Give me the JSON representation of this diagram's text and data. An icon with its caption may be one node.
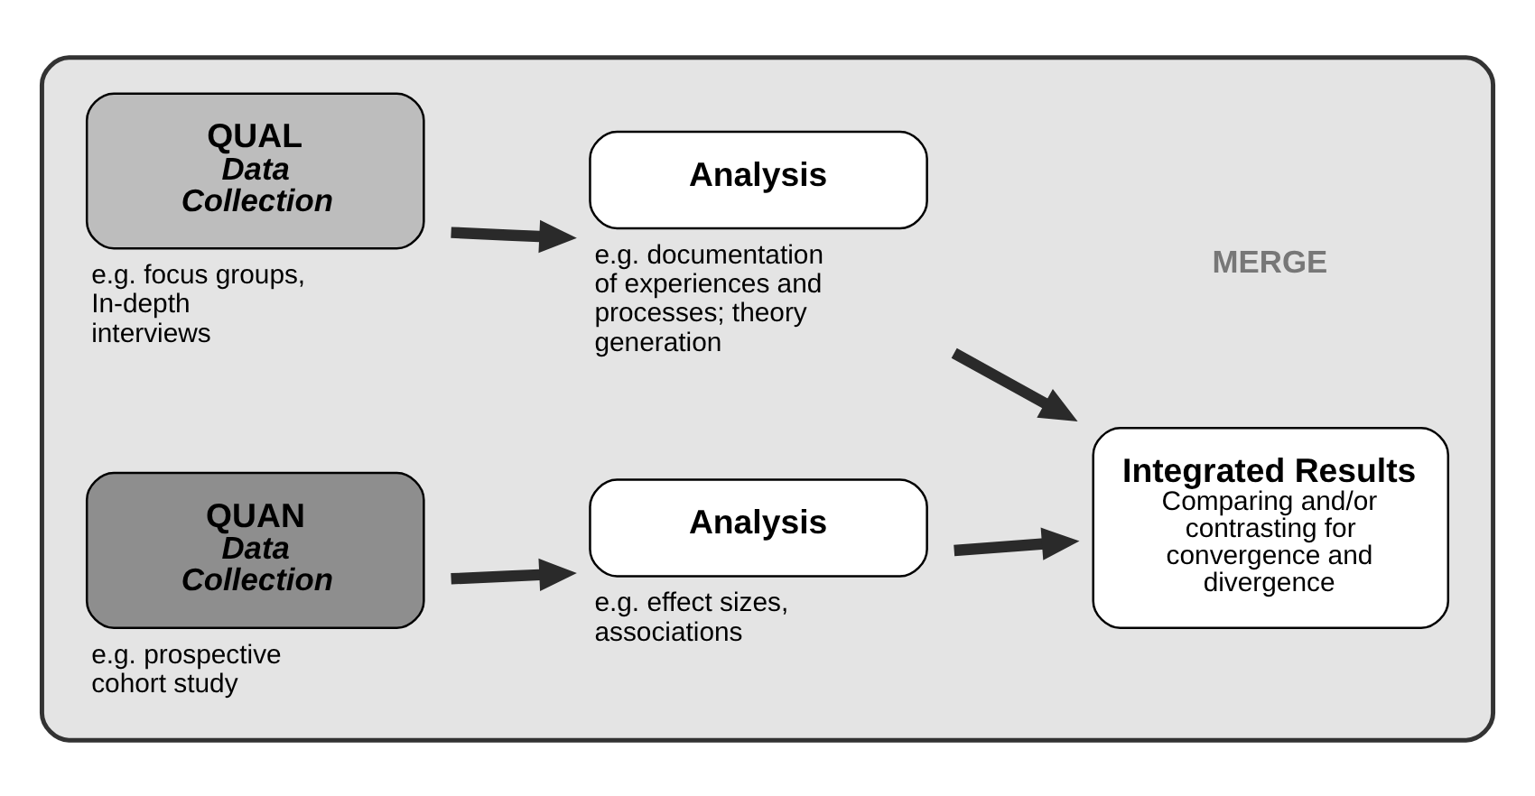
{
  "diagram": {
    "nodes": [
      {
        "text": [],
        "shape": "box"
      },
      {
        "text": [
          "QUAL",
          "Data Collection"
        ],
        "beside": [
          "e.g. focus groups, In-depth interviews"
        ],
        "in": 0
      },
      {
        "text": [
          "Analysis"
        ],
        "beside": [
          "e.g. documentation of experiences and processes; theory generation"
        ],
        "in": 0
      },
      {
        "text": [
          "Integrated Results",
          "Comparing and/or contrasting for convergence and divergence"
        ],
        "in": 0
      },
      {
        "text": [
          "QUAN",
          "Data Collection"
        ],
        "beside": [
          "e.g. prospective cohort study"
        ],
        "in": 0
      },
      {
        "text": [
          "Analysis"
        ],
        "beside": [
          "e.g. effect sizes, associations"
        ],
        "in": 0
      }
    ],
    "edges": [
      {
        "from": 1,
        "to": 2,
        "arrow": "to"
      },
      {
        "from": 4,
        "to": 5,
        "arrow": "to"
      },
      {
        "from": 2,
        "to": 3,
        "arrow": "to"
      },
      {
        "from": 5,
        "to": 3,
        "arrow": "to"
      }
    ],
    "labels": [
      "MERGE"
    ]
  }
}
